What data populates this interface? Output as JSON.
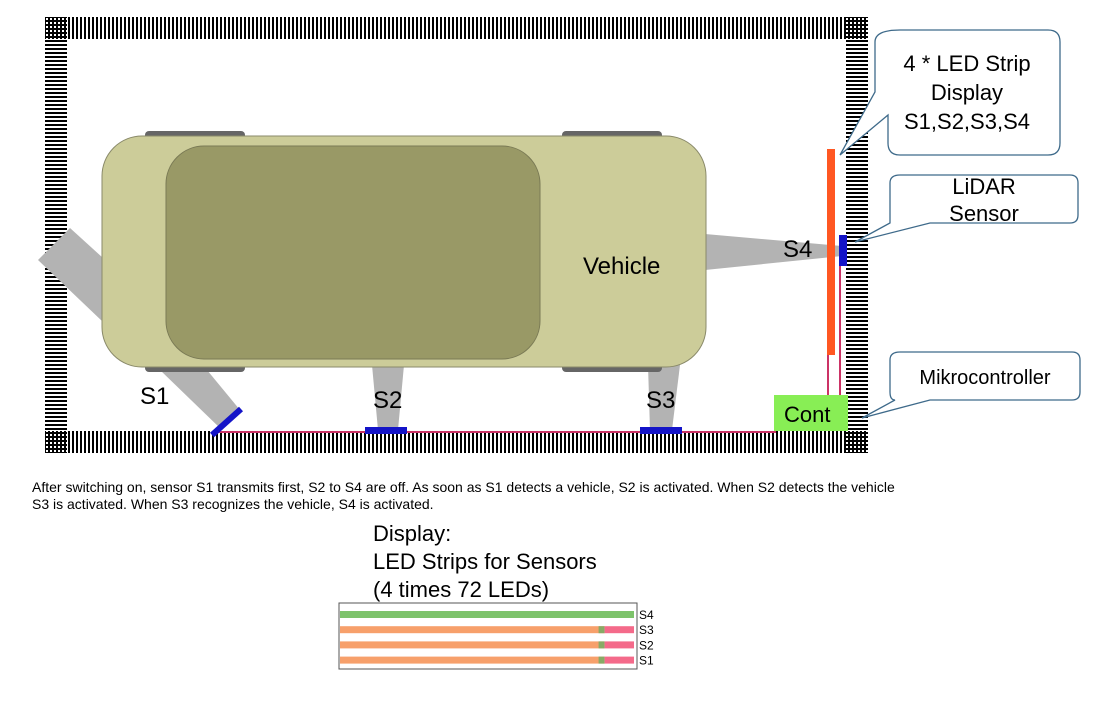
{
  "labels": {
    "vehicle": "Vehicle",
    "s1": "S1",
    "s2": "S2",
    "s3": "S3",
    "s4": "S4",
    "controller_box": "Cont"
  },
  "callouts": {
    "led_display": [
      "4 * LED Strip",
      "Display",
      "S1,S2,S3,S4"
    ],
    "lidar": [
      "LiDAR",
      "Sensor"
    ],
    "mikrocontroller": "Mikrocontroller"
  },
  "description": [
    "After switching on, sensor S1 transmits first, S2 to S4 are off. As soon as S1 detects a vehicle, S2 is activated. When S2 detects the vehicle",
    "S3 is activated. When S3 recognizes the vehicle, S4 is activated."
  ],
  "display_title": [
    "Display:",
    "LED Strips for Sensors",
    "(4 times 72 LEDs)"
  ],
  "strips": [
    {
      "label": "S4",
      "fill": 1.0,
      "color": "#7dc36b"
    },
    {
      "label": "S3",
      "fill": 0.9,
      "color": "#f7a06b"
    },
    {
      "label": "S2",
      "fill": 0.9,
      "color": "#f7a06b"
    },
    {
      "label": "S1",
      "fill": 0.9,
      "color": "#f7a06b"
    }
  ],
  "colors": {
    "vehicle_body": "#cccc99",
    "vehicle_window": "#999966",
    "beam": "#b3b3b3",
    "sensor": "#1414c8",
    "wire": "#cc3366",
    "led_strip": "#ff5722",
    "controller": "#88ee55",
    "strip_active_segment": "#88aa66",
    "strip_inactive_segment": "#f46a8a"
  }
}
